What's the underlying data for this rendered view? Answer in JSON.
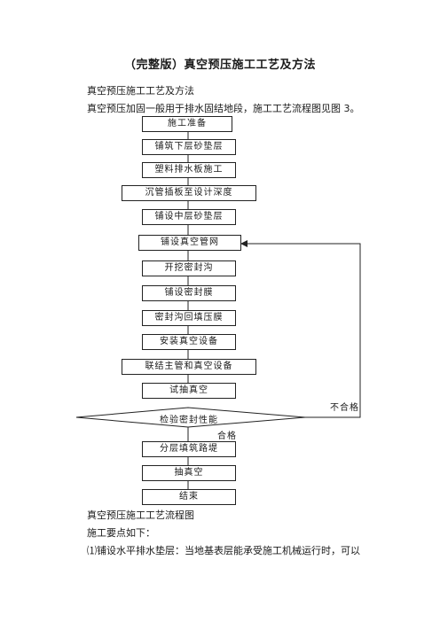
{
  "document": {
    "title": "（完整版）真空预压施工工艺及方法",
    "heading": "真空预压施工工艺及方法",
    "intro": "真空预压加固一般用于排水固结地段，施工工艺流程图见图 3。",
    "figure_caption": "真空预压施工工艺流程图",
    "points_heading": "施工要点如下：",
    "point_1": "⑴铺设水平排水垫层：当地基表层能承受施工机械运行时，可以"
  },
  "flowchart": {
    "steps": [
      "施工准备",
      "铺筑下层砂垫层",
      "塑料排水板施工",
      "沉管插板至设计深度",
      "铺设中层砂垫层",
      "铺设真空管网",
      "开挖密封沟",
      "铺设密封膜",
      "密封沟回填压膜",
      "安装真空设备",
      "联结主管和真空设备",
      "试抽真空"
    ],
    "decision": "检验密封性能",
    "fail_label": "不合格",
    "pass_label": "合格",
    "after_steps": [
      "分层填筑路堤",
      "抽真空",
      "结束"
    ]
  }
}
